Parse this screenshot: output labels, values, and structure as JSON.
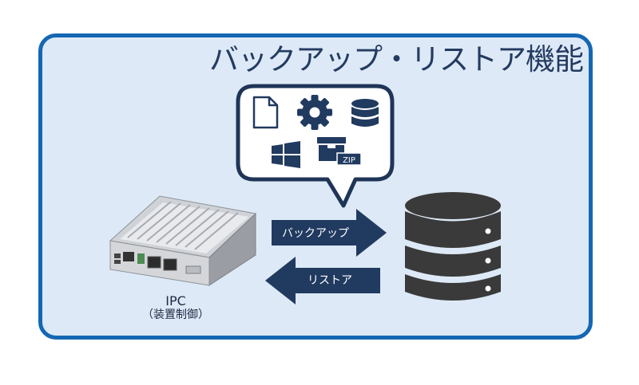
{
  "title": "バックアップ・リストア機能",
  "device": {
    "name": "IPC",
    "subtitle": "（装置制御）"
  },
  "arrows": {
    "backup": "バックアップ",
    "restore": "リストア"
  },
  "bubble": {
    "icons": [
      "file-icon",
      "gear-icon",
      "database-icon",
      "windows-icon",
      "zip-archive-icon"
    ],
    "zip_label": "ZIP"
  },
  "colors": {
    "panel_border": "#1467b3",
    "panel_fill": "#dde9f6",
    "arrow_fill": "#213a60",
    "icon_fill": "#213a60",
    "database_fill": "#3a3a3a"
  }
}
